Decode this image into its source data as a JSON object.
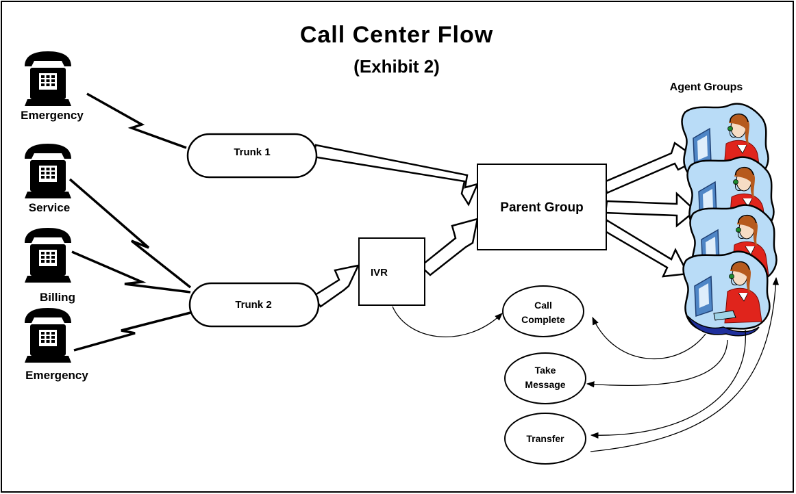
{
  "title": "Call Center Flow",
  "subtitle": "(Exhibit 2)",
  "callers": [
    {
      "label": "Emergency"
    },
    {
      "label": "Service"
    },
    {
      "label": "Billing"
    },
    {
      "label": "Emergency"
    }
  ],
  "trunks": [
    {
      "label": "Trunk 1"
    },
    {
      "label": "Trunk 2"
    }
  ],
  "ivr": {
    "label": "IVR"
  },
  "parent_group": {
    "label": "Parent Group"
  },
  "agent_groups": {
    "label": "Agent Groups",
    "count": 4
  },
  "outcomes": [
    {
      "lines": [
        "Call",
        "Complete"
      ]
    },
    {
      "lines": [
        "Take",
        "Message"
      ]
    },
    {
      "lines": [
        "Transfer"
      ]
    }
  ],
  "colors": {
    "stroke": "#000000",
    "agent_bg": "#b9dcf7",
    "shirt": "#e0241c",
    "monitor": "#4f86c6",
    "desk_blue": "#1f2f9c"
  }
}
